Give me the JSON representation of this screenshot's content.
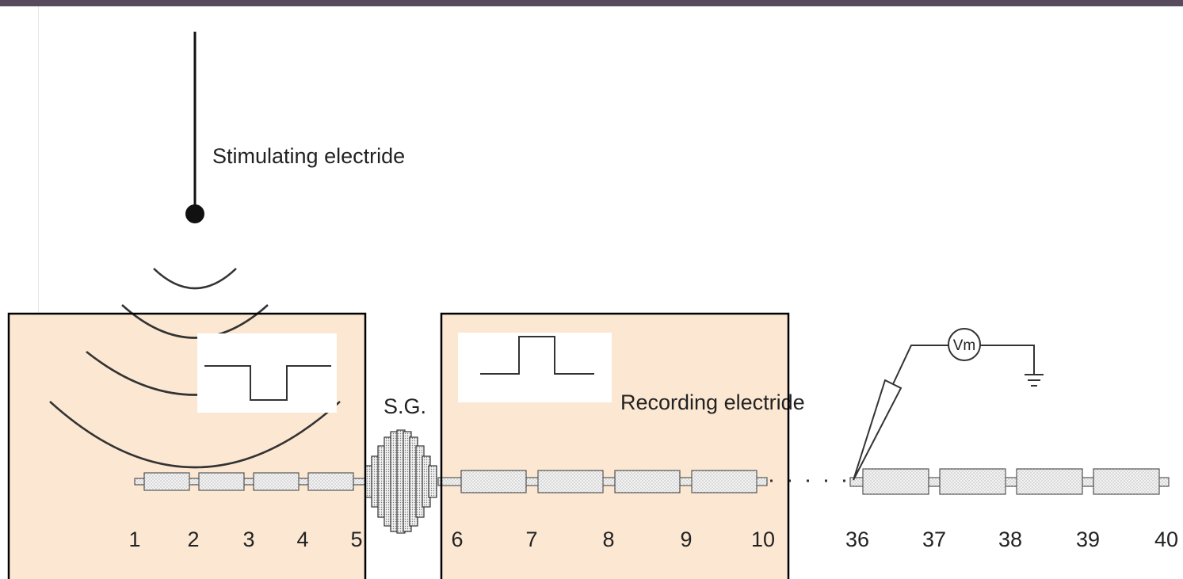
{
  "diagram": {
    "stimulating_label": "Stimulating electride",
    "recording_label": "Recording electride",
    "ganglion_label": "S.G.",
    "voltmeter_label": "Vm",
    "node_numbers_left": [
      "1",
      "2",
      "3",
      "4",
      "5"
    ],
    "node_numbers_mid": [
      "6",
      "7",
      "8",
      "9",
      "10"
    ],
    "node_numbers_right": [
      "36",
      "37",
      "38",
      "39",
      "40"
    ],
    "colors": {
      "header_bar": "#574b5e",
      "highlight_fill": "#fce8d2",
      "line": "#333333"
    }
  }
}
